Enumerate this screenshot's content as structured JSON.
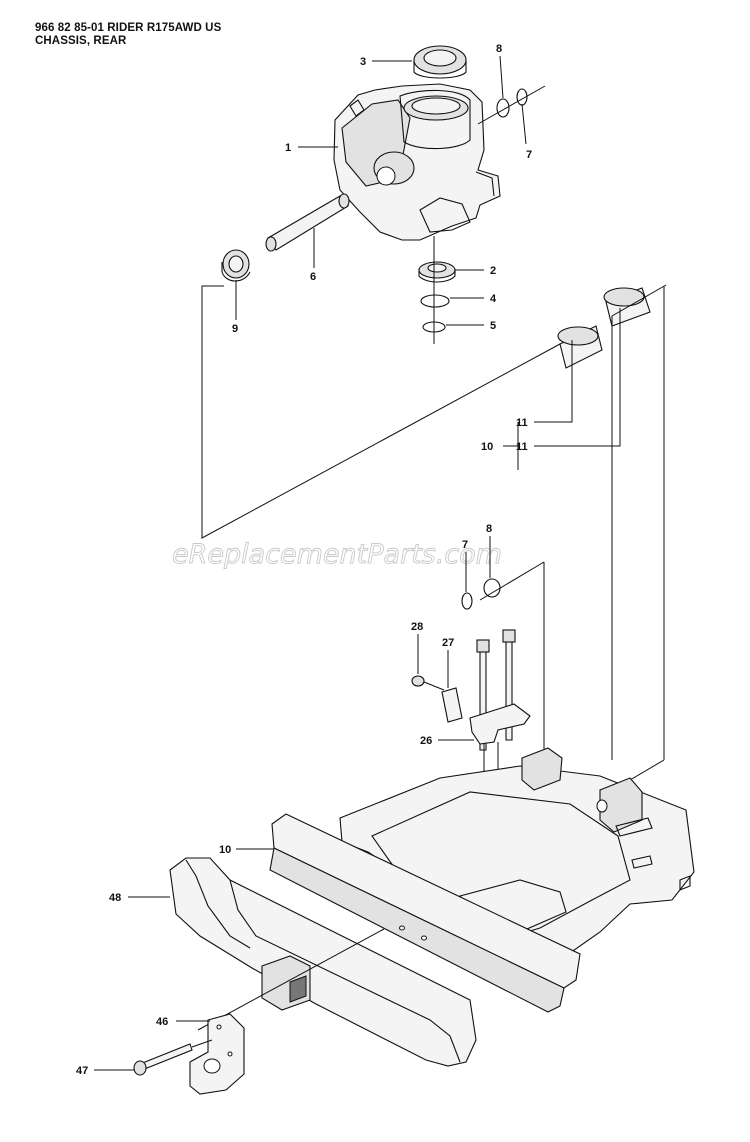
{
  "header": {
    "line1": "966 82 85-01 RIDER R175AWD US",
    "line2": "CHASSIS, REAR"
  },
  "watermark": "eReplacementParts.com",
  "callouts": [
    "3",
    "8",
    "1",
    "7",
    "6",
    "2",
    "4",
    "9",
    "5",
    "11",
    "10",
    "11",
    "7",
    "8",
    "28",
    "27",
    "26",
    "10",
    "48",
    "46",
    "47"
  ]
}
